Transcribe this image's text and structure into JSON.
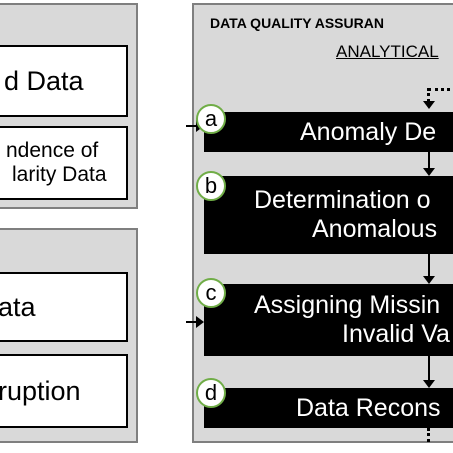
{
  "left_top_panel": {
    "box1": "d Data",
    "box2_line1": "ndence of",
    "box2_line2": "larity Data"
  },
  "left_bottom_panel": {
    "box1": "ata",
    "box2": "ruption"
  },
  "right_panel": {
    "title": "DATA QUALITY ASSURAN",
    "subtitle": "ANALYTICAL",
    "steps": [
      {
        "marker": "a",
        "line1": "Anomaly De",
        "line2": ""
      },
      {
        "marker": "b",
        "line1": "Determination o",
        "line2": "Anomalous"
      },
      {
        "marker": "c",
        "line1": "Assigning Missin",
        "line2": "Invalid Va"
      },
      {
        "marker": "d",
        "line1": "Data Recons",
        "line2": ""
      }
    ]
  },
  "colors": {
    "panel_fill": "#d9d9d9",
    "panel_border": "#7f7f7f",
    "step_fill": "#000000",
    "marker_border": "#70ad47"
  }
}
